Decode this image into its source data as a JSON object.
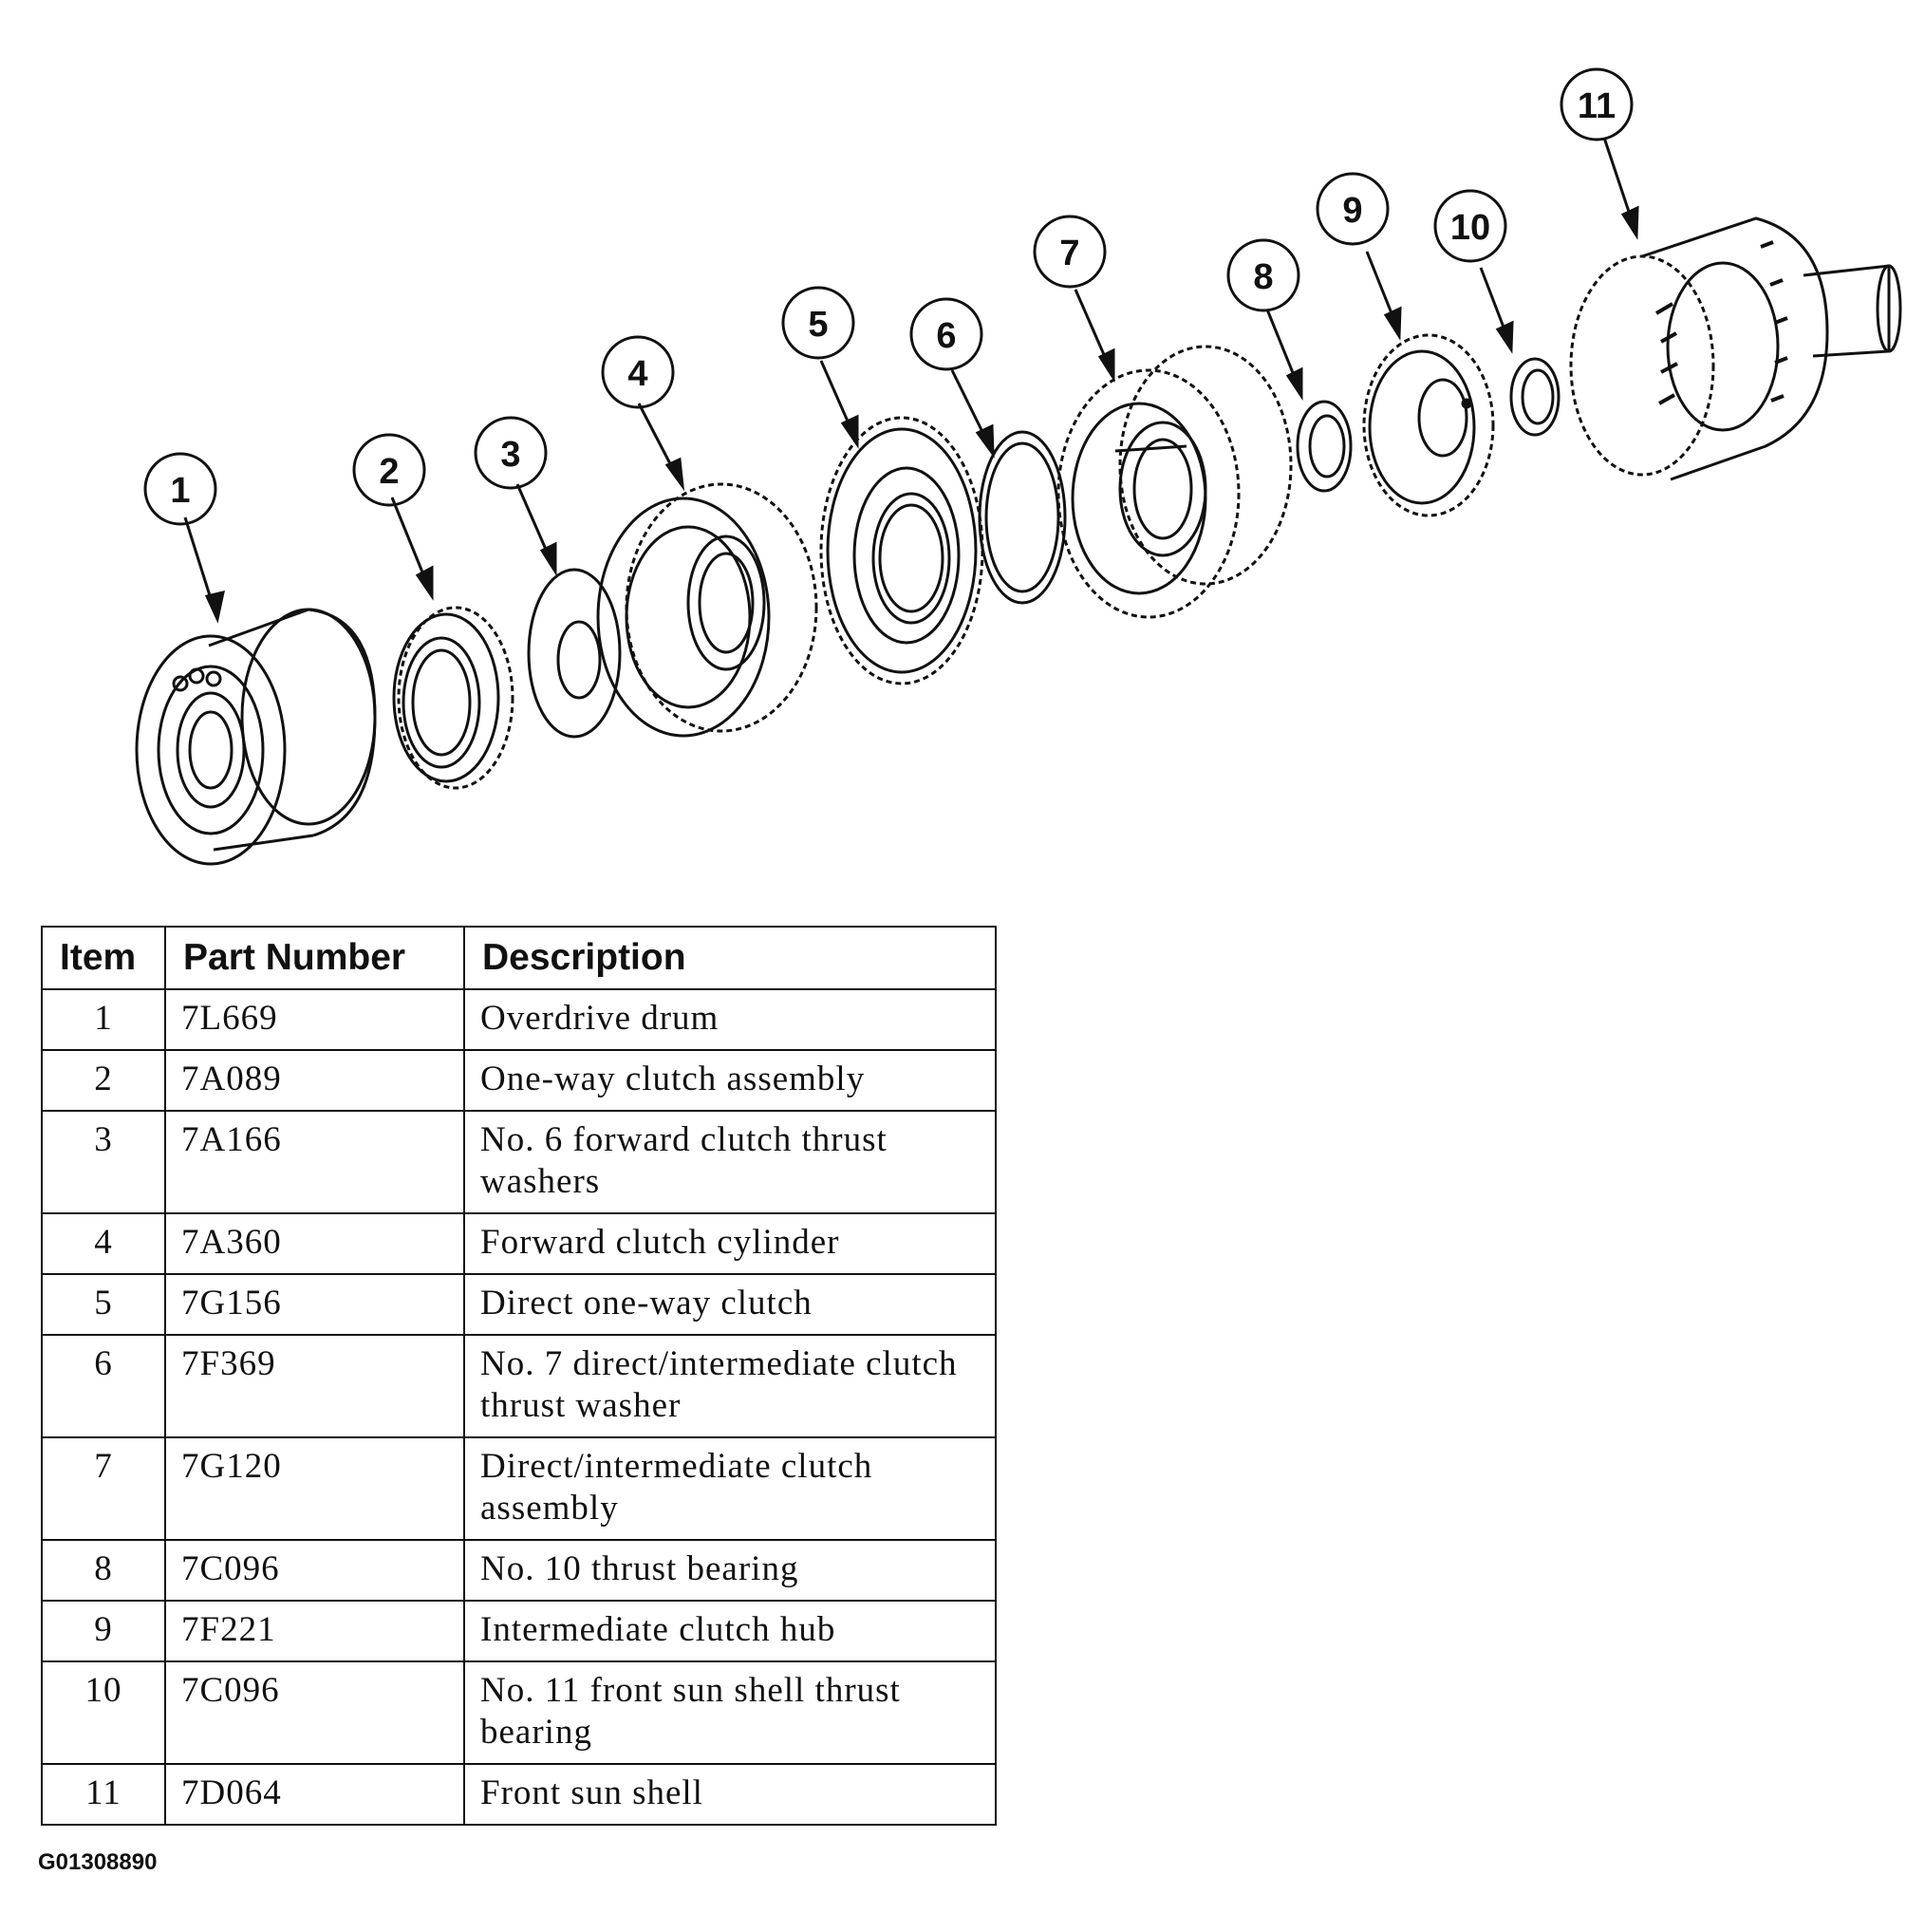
{
  "callouts": [
    "1",
    "2",
    "3",
    "4",
    "5",
    "6",
    "7",
    "8",
    "9",
    "10",
    "11"
  ],
  "table": {
    "headers": [
      "Item",
      "Part Number",
      "Description"
    ],
    "rows": [
      {
        "item": "1",
        "part": "7L669",
        "desc": "Overdrive drum"
      },
      {
        "item": "2",
        "part": "7A089",
        "desc": "One-way clutch assembly"
      },
      {
        "item": "3",
        "part": "7A166",
        "desc": "No. 6 forward clutch thrust washers"
      },
      {
        "item": "4",
        "part": "7A360",
        "desc": "Forward clutch cylinder"
      },
      {
        "item": "5",
        "part": "7G156",
        "desc": "Direct one-way clutch"
      },
      {
        "item": "6",
        "part": "7F369",
        "desc": "No. 7 direct/intermediate clutch thrust washer"
      },
      {
        "item": "7",
        "part": "7G120",
        "desc": "Direct/intermediate clutch assembly"
      },
      {
        "item": "8",
        "part": "7C096",
        "desc": "No. 10 thrust bearing"
      },
      {
        "item": "9",
        "part": "7F221",
        "desc": "Intermediate clutch hub"
      },
      {
        "item": "10",
        "part": "7C096",
        "desc": "No. 11 front sun shell thrust bearing"
      },
      {
        "item": "11",
        "part": "7D064",
        "desc": "Front sun shell"
      }
    ]
  },
  "figure_id": "G01308890"
}
